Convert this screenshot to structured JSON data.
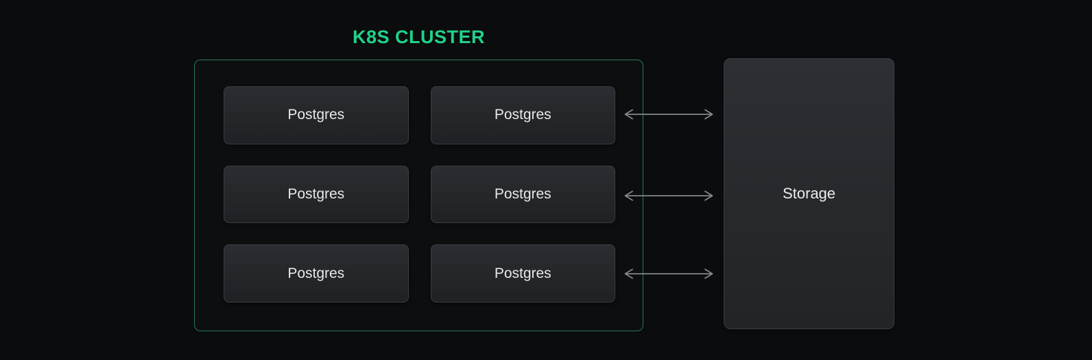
{
  "colors": {
    "background": "#0b0c0d",
    "accent_green": "#1fd38a",
    "cluster_border": "#27795a",
    "node_fill_top": "#2b2d32",
    "node_fill_bottom": "#1f2125",
    "node_border": "#3a3d42",
    "arrow": "#85888e",
    "node_text": "#e8e9ea",
    "storage_text": "#eceded"
  },
  "cluster": {
    "title": "K8S CLUSTER",
    "nodes": [
      {
        "label": "Postgres"
      },
      {
        "label": "Postgres"
      },
      {
        "label": "Postgres"
      },
      {
        "label": "Postgres"
      },
      {
        "label": "Postgres"
      },
      {
        "label": "Postgres"
      }
    ]
  },
  "storage": {
    "label": "Storage"
  },
  "connections": [
    {
      "from": "Postgres",
      "to": "Storage",
      "type": "bidirectional"
    },
    {
      "from": "Postgres",
      "to": "Storage",
      "type": "bidirectional"
    },
    {
      "from": "Postgres",
      "to": "Storage",
      "type": "bidirectional"
    }
  ]
}
